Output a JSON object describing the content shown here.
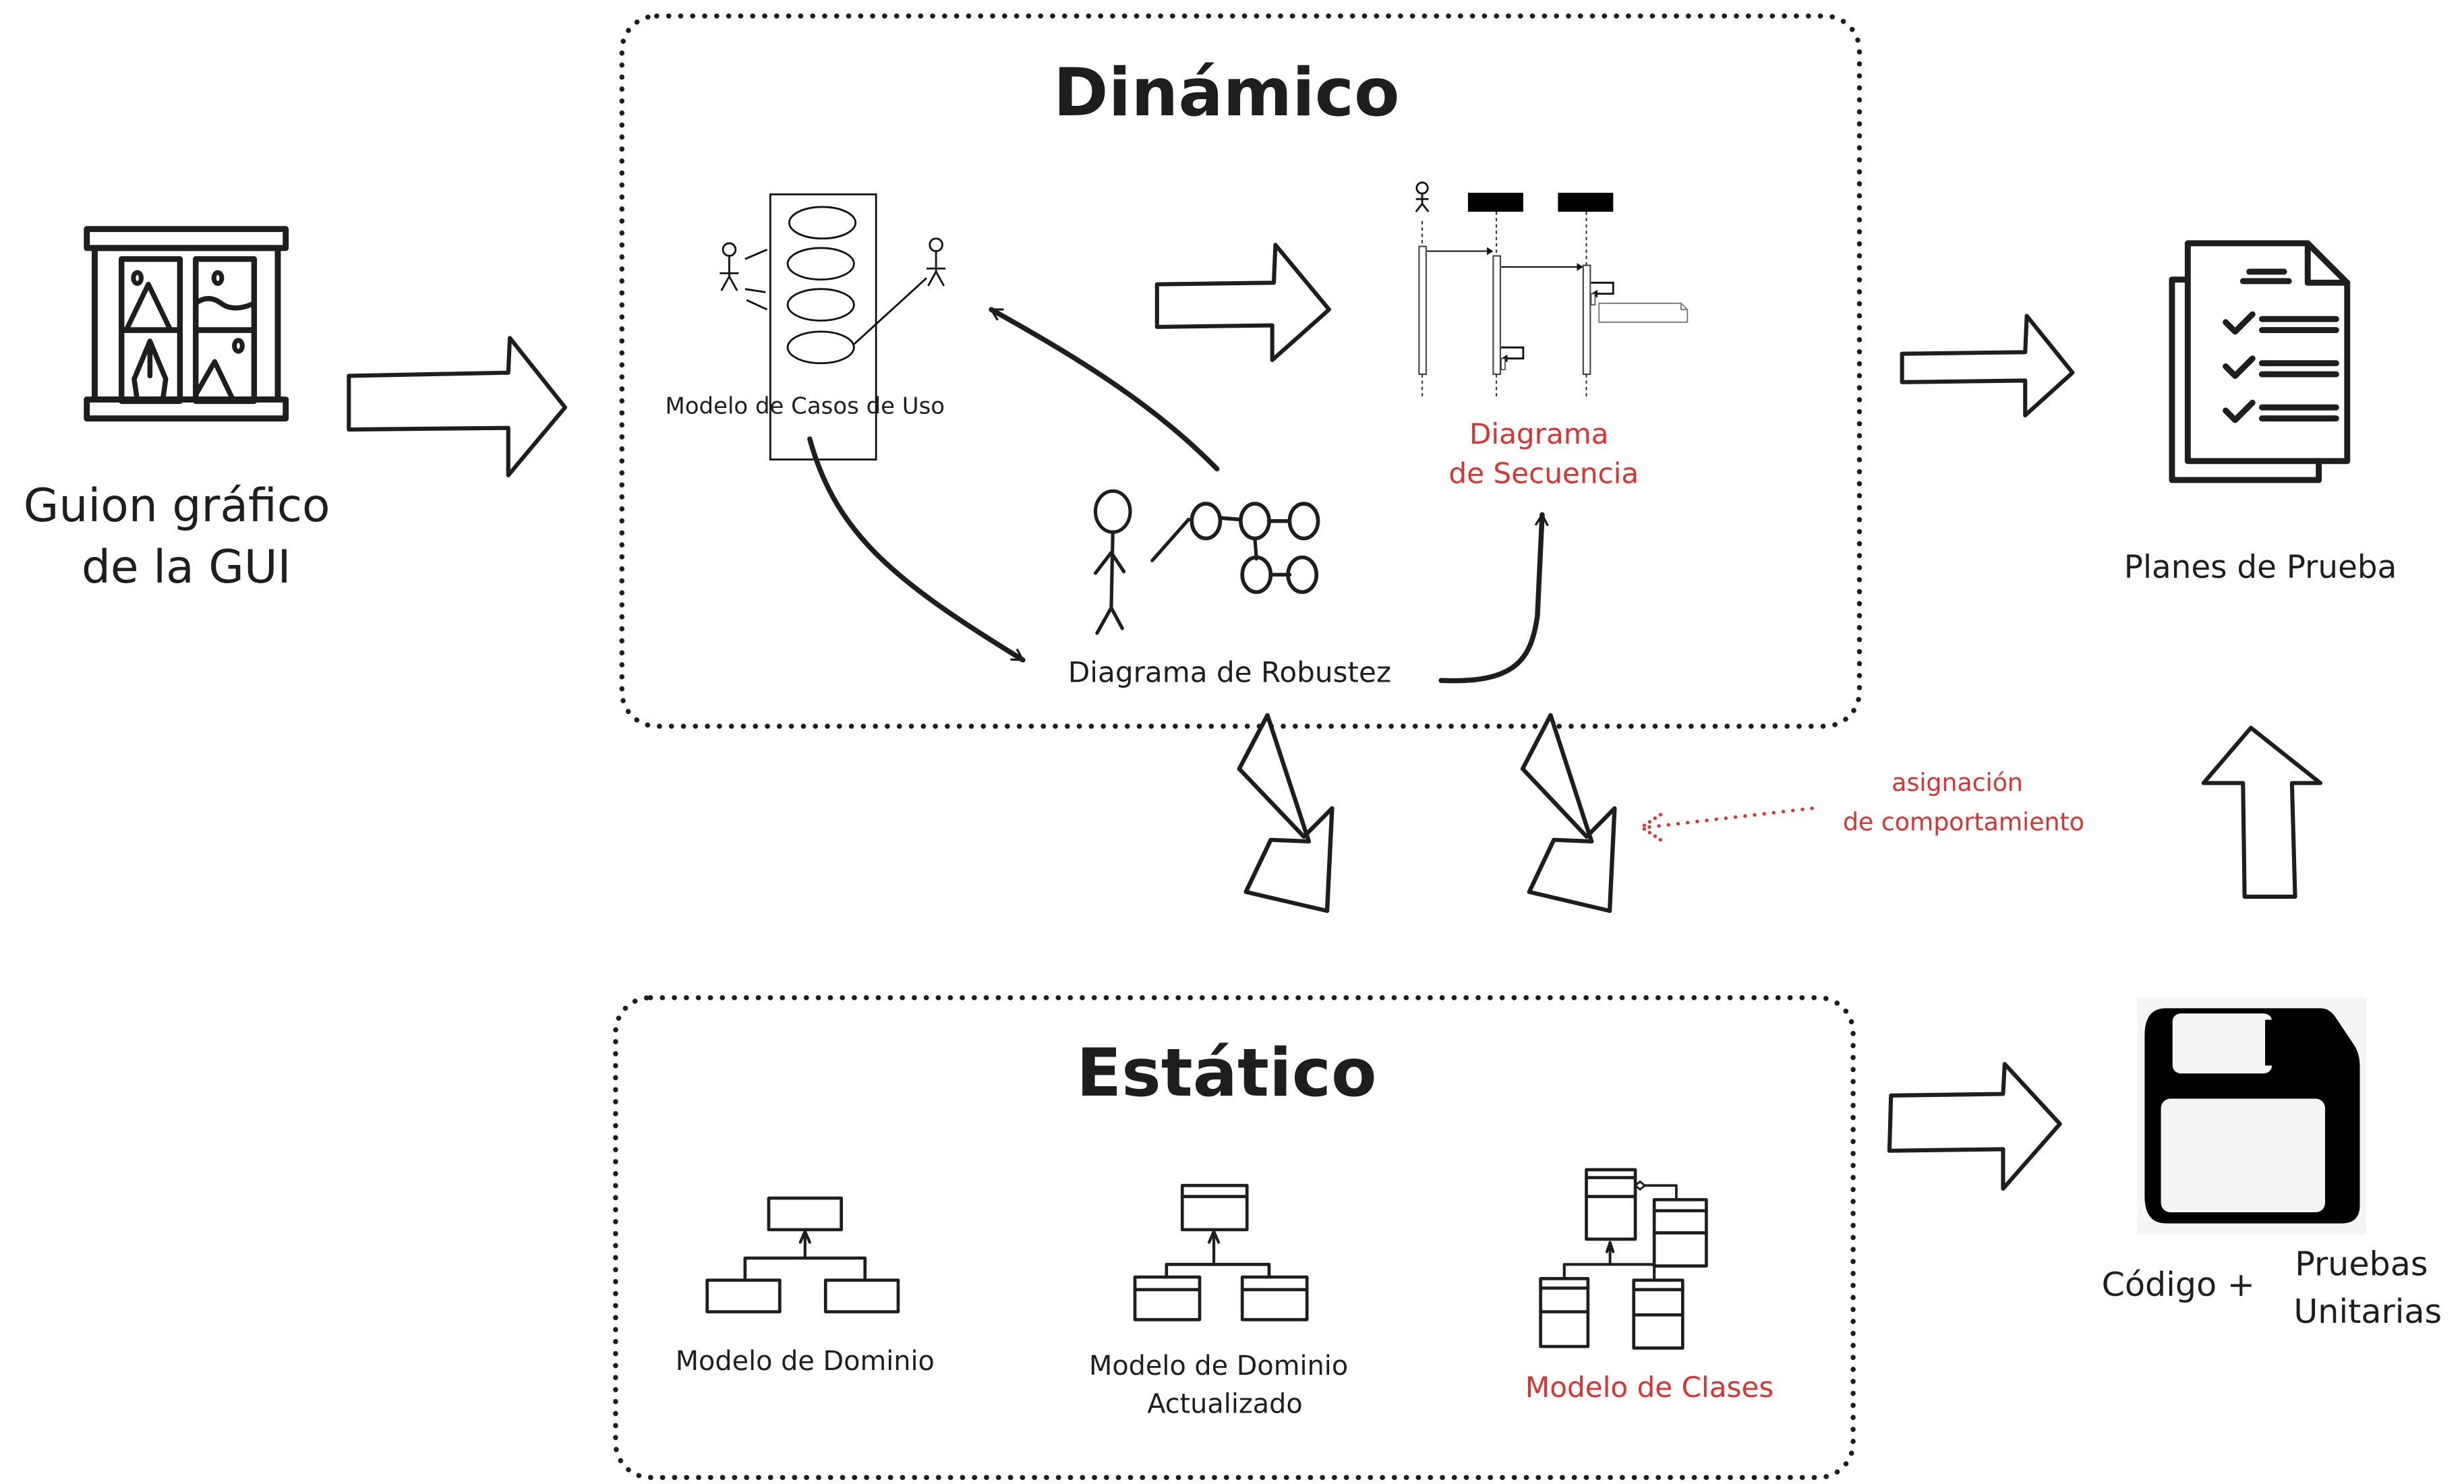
{
  "diagram": {
    "groups": {
      "dynamic": {
        "title": "Dinámico"
      },
      "static": {
        "title": "Estático"
      }
    },
    "nodes": {
      "storyboard": {
        "label_line1": "Guion gráfico",
        "label_line2": "de la GUI",
        "icon": "gui-window-icon"
      },
      "use_case_model": {
        "label": "Modelo de Casos de Uso",
        "icon": "use-case-diagram-icon"
      },
      "robustness_diagram": {
        "label": "Diagrama de Robustez",
        "icon": "robustness-diagram-icon"
      },
      "sequence_diagram": {
        "label_line1": "Diagrama",
        "label_line2": "de Secuencia",
        "icon": "sequence-diagram-icon",
        "highlight": true
      },
      "test_plans": {
        "label": "Planes de Prueba",
        "icon": "checklist-document-icon"
      },
      "domain_model": {
        "label": "Modelo de Dominio",
        "icon": "class-hierarchy-simple-icon"
      },
      "updated_domain_model": {
        "label_line1": "Modelo de Dominio",
        "label_line2": "Actualizado",
        "icon": "class-hierarchy-compartments-icon"
      },
      "class_model": {
        "label": "Modelo de Clases",
        "icon": "class-diagram-icon",
        "highlight": true
      },
      "code_tests": {
        "label_code": "Código +",
        "label_tests_line1": "Pruebas",
        "label_tests_line2": "Unitarias",
        "icon": "floppy-disk-icon"
      }
    },
    "annotations": {
      "behavior_assignment": {
        "line1": "asignación",
        "line2": "de comportamiento"
      }
    },
    "colors": {
      "ink": "#1e1e1e",
      "highlight": "#e03131",
      "background": "#ffffff"
    }
  }
}
